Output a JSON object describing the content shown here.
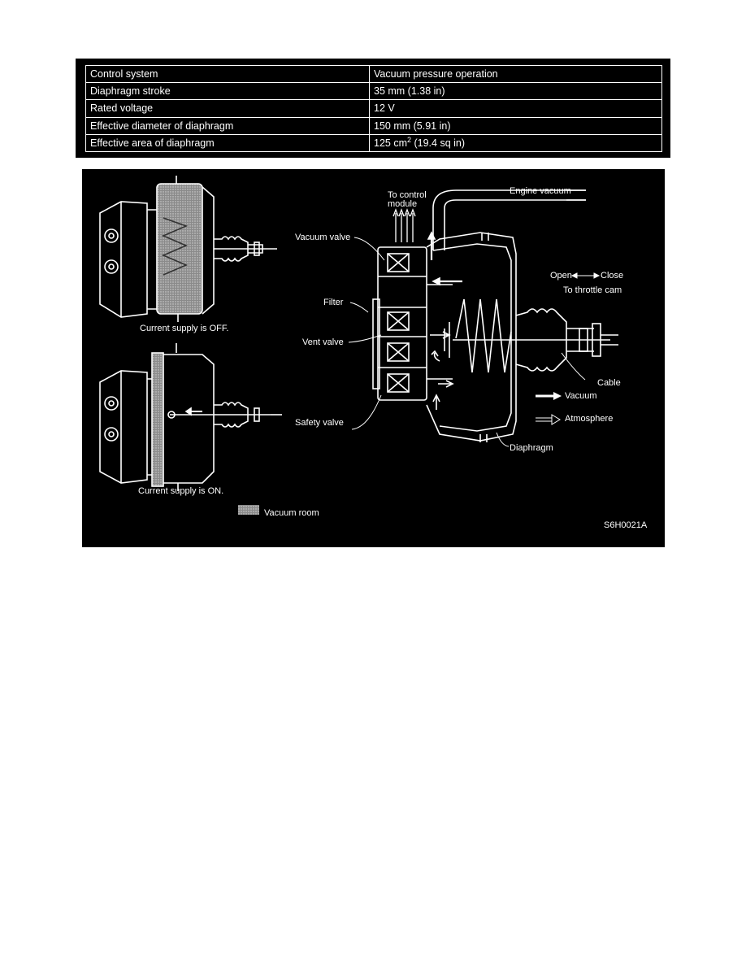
{
  "spec_table": {
    "rows": [
      {
        "label": "Control system",
        "value": "Vacuum pressure operation"
      },
      {
        "label": "Diaphragm stroke",
        "value": "35 mm (1.38 in)"
      },
      {
        "label": "Rated voltage",
        "value": "12 V"
      },
      {
        "label": "Effective diameter of diaphragm",
        "value": "150 mm (5.91 in)"
      },
      {
        "label": "Effective area of diaphragm",
        "value_main": "125 cm",
        "value_sup": "2",
        "value_tail": " (19.4 sq in)"
      }
    ]
  },
  "figure": {
    "caption_off": "Current supply is OFF.",
    "caption_on": "Current supply is ON.",
    "legend_vacuum_room": "Vacuum room",
    "figure_id": "S6H0021A",
    "labels": {
      "to_control_module_1": "To control",
      "to_control_module_2": "module",
      "engine_vacuum": "Engine vacuum",
      "vacuum_valve": "Vacuum valve",
      "filter": "Filter",
      "vent_valve": "Vent valve",
      "safety_valve": "Safety valve",
      "open": "Open",
      "close": "Close",
      "to_throttle_cam": "To throttle cam",
      "cable": "Cable",
      "vacuum": "Vacuum",
      "atmosphere": "Atmosphere",
      "diaphragm": "Diaphragm"
    }
  }
}
